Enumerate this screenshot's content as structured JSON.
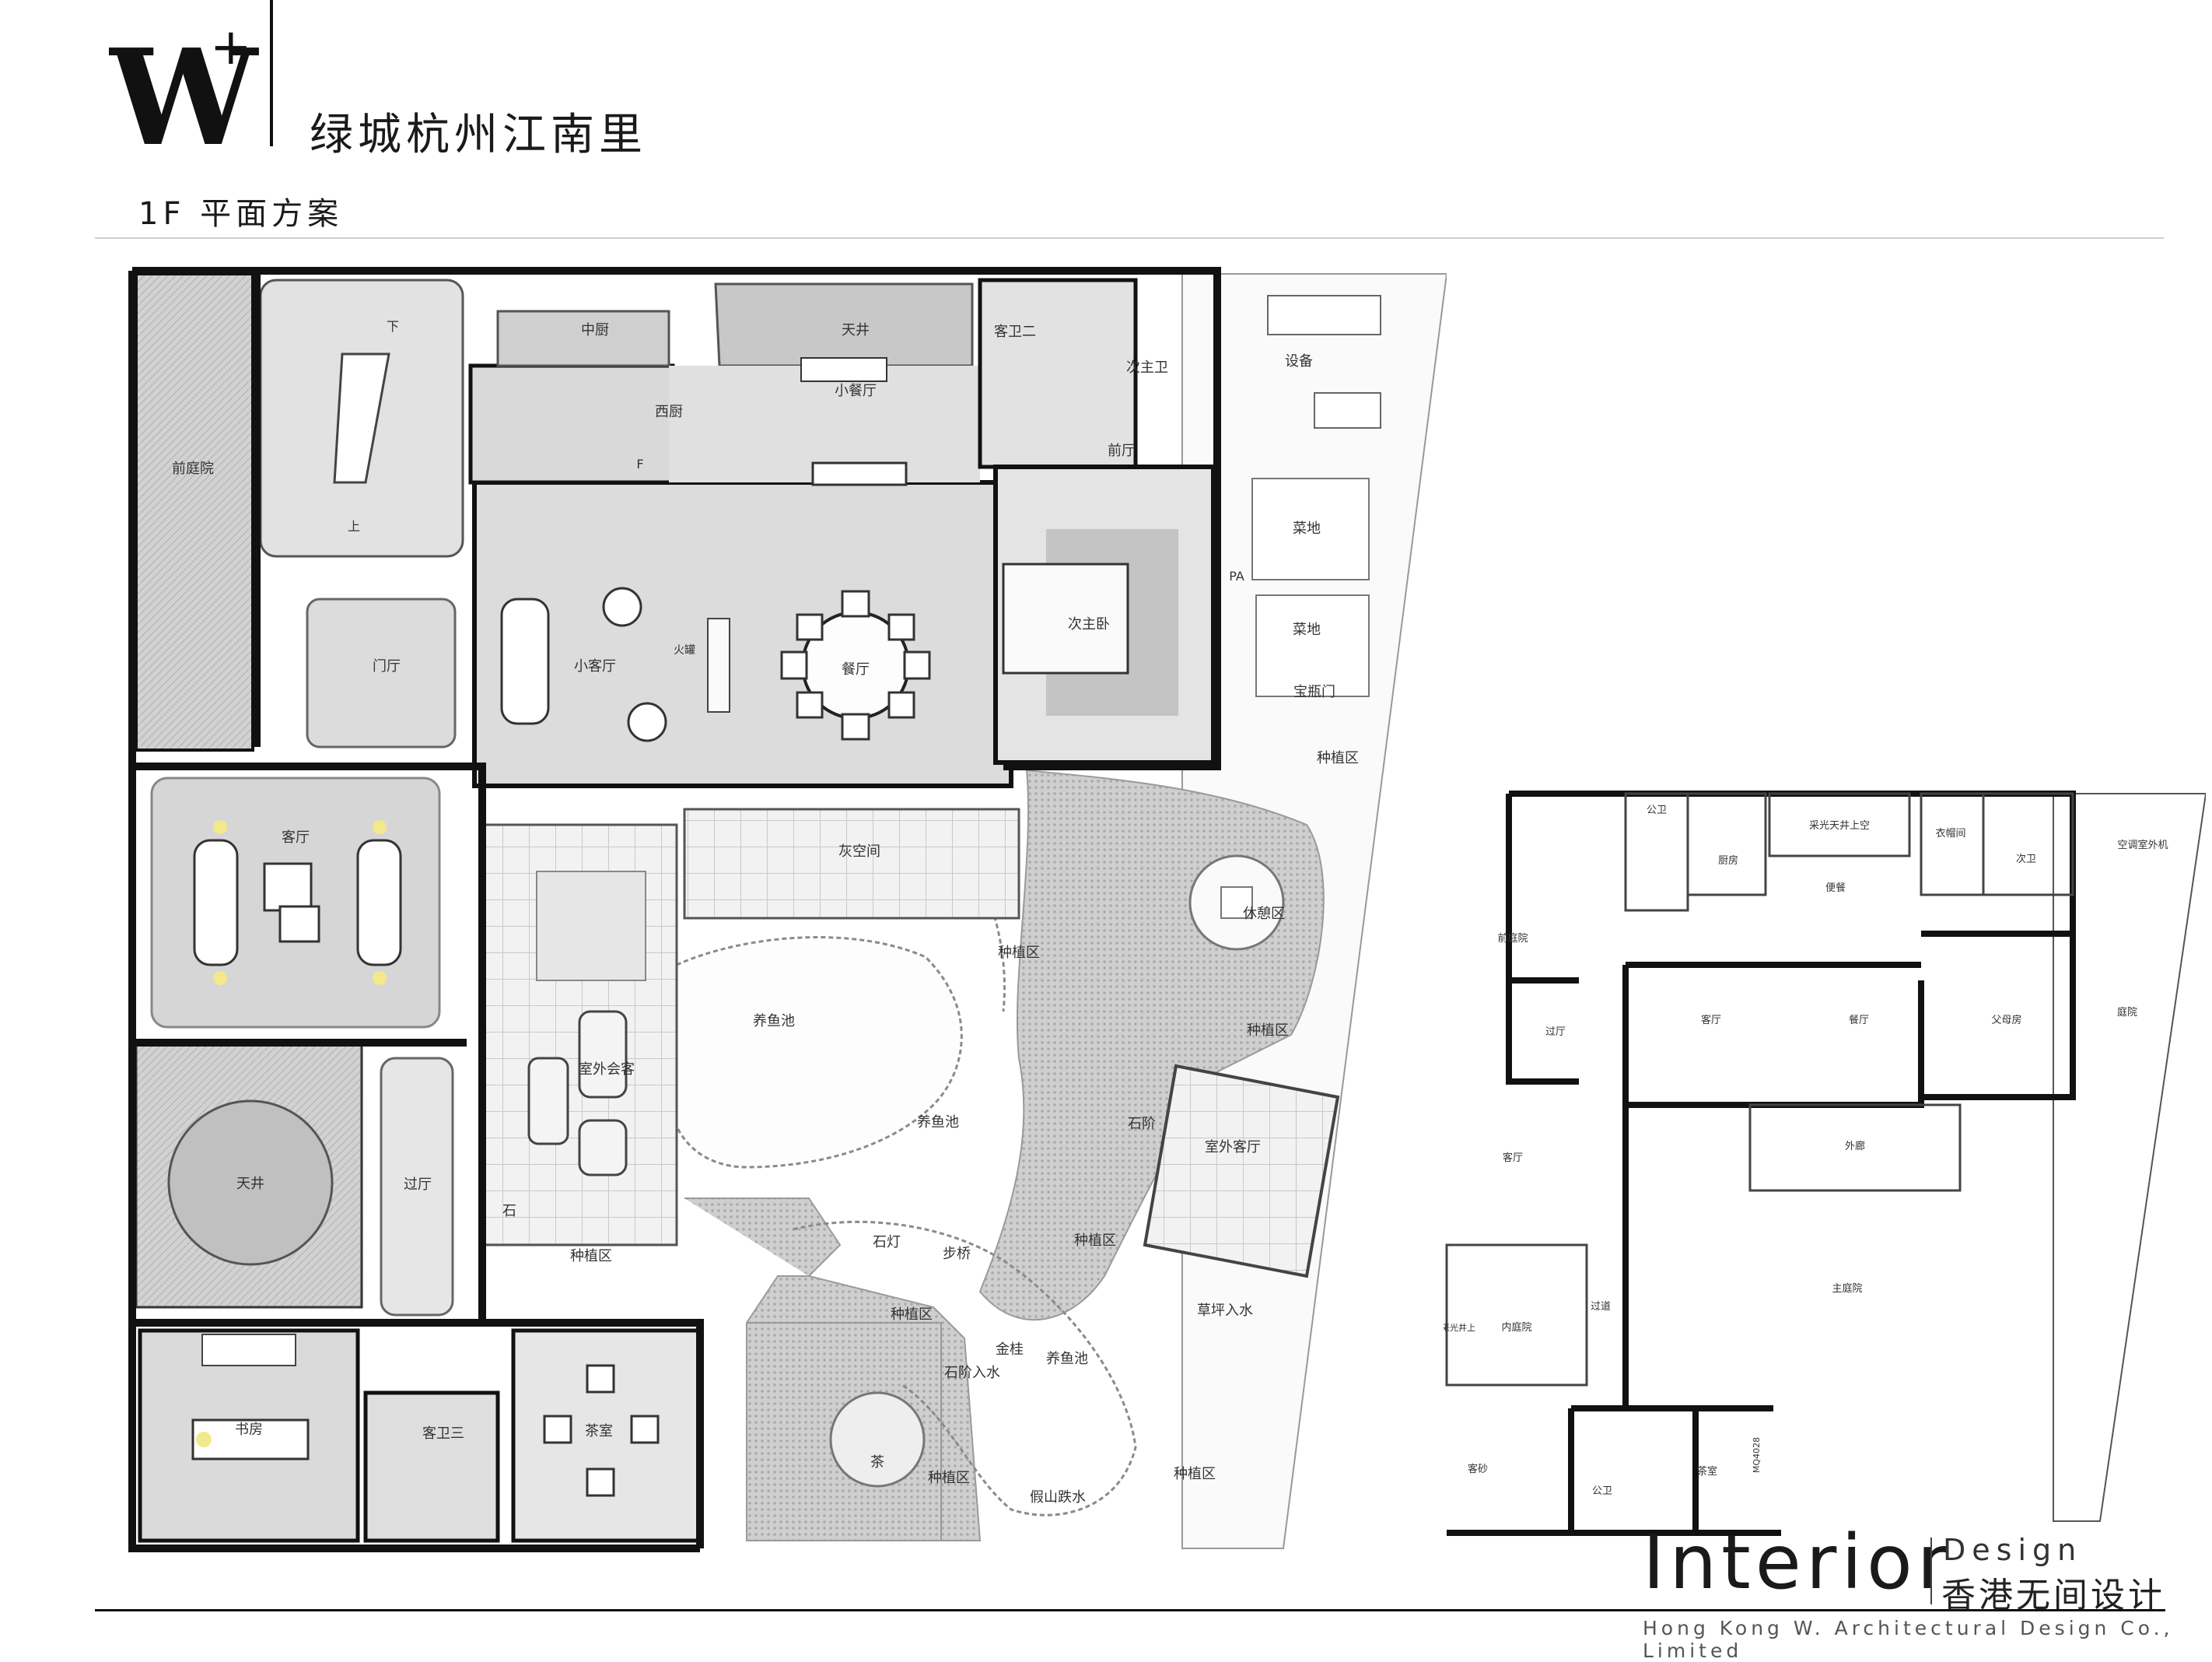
{
  "header": {
    "logo_mark": "W",
    "logo_plus": "+",
    "project_title": "绿城杭州江南里",
    "sheet_title": "1F  平面方案"
  },
  "main_plan": {
    "rooms": {
      "front_courtyard": "前庭院",
      "middle_kitchen": "中厨",
      "skylight_top": "天井",
      "guest_bath_2": "客卫二",
      "secondary_master_bath": "次主卫",
      "small_dining": "小餐厅",
      "western_kitchen": "西厨",
      "foyer_room": "前厅",
      "foyer": "门厅",
      "small_living": "小客厅",
      "fireplace": "火罐",
      "dining": "餐厅",
      "secondary_master_bedroom": "次主卧",
      "living": "客厅",
      "grey_space": "灰空间",
      "skylight_left": "天井",
      "hall": "过厅",
      "outdoor_lounge": "室外会客",
      "outdoor_living": "室外客厅",
      "fish_pond_1": "养鱼池",
      "fish_pond_2": "养鱼池",
      "fish_pond_3": "养鱼池",
      "leisure_area": "休憩区",
      "study": "书房",
      "guest_bath_3": "客卫三",
      "tea_room": "茶室",
      "stone_steps": "石阶",
      "stone_lamp": "石灯",
      "stepping": "步桥",
      "stone_water": "石阶入水",
      "grass_water": "草坪入水",
      "golden_tree": "金桂",
      "tea": "茶",
      "rockery_water": "假山跌水",
      "equipment": "设备",
      "vegetable_1": "菜地",
      "vegetable_2": "菜地",
      "treasure_gate": "宝瓶门",
      "stone": "石",
      "pa": "PA",
      "upstairs": "上",
      "downstairs": "下",
      "fridge": "F"
    },
    "planting_labels": [
      "种植区",
      "种植区",
      "种植区",
      "种植区",
      "种植区",
      "种植区",
      "种植区",
      "种植区"
    ]
  },
  "mini_plan": {
    "labels": {
      "public_bath_top": "公卫",
      "kitchen": "厨房",
      "skylight_void": "采光天井上空",
      "closet": "衣帽间",
      "sub_bath": "次卫",
      "ac_unit": "空调室外机",
      "easy_dining": "便餐",
      "front_yard": "前庭院",
      "hall": "过厅",
      "living": "客厅",
      "dining": "餐厅",
      "parents_room": "父母房",
      "courtyard": "庭院",
      "guest_room": "客厅",
      "outer_corridor": "外廊",
      "main_yard": "主庭院",
      "passage": "过道",
      "light_well": "采光井上",
      "inner_yard": "内庭院",
      "garage": "客砂",
      "public_bath": "公卫",
      "tea_room": "茶室",
      "code": "MQ4028"
    }
  },
  "footer": {
    "brand_word": "Interior",
    "brand_design": "Design",
    "brand_cn": "香港无间设计",
    "company": "Hong Kong W. Architectural Design Co., Limited"
  },
  "colors": {
    "wall": "#111111",
    "floor_grey": "#d6d6d6",
    "light_grey": "#e8e8e8",
    "paving": "#bdbdbd",
    "accent_lamp": "#f3e98a"
  }
}
